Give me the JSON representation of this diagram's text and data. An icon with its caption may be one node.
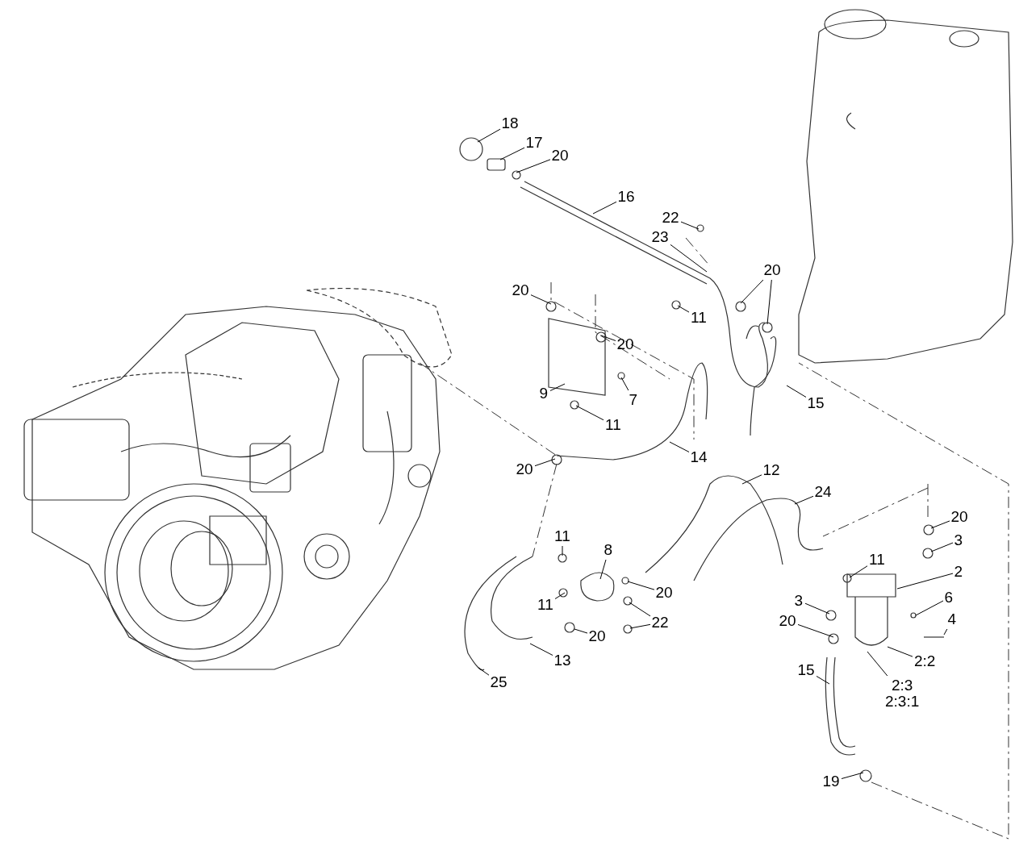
{
  "diagram": {
    "nodes": [
      {
        "text": [
          "18"
        ]
      },
      {
        "text": [
          "17"
        ]
      },
      {
        "text": [
          "20"
        ]
      },
      {
        "text": [
          "16"
        ]
      },
      {
        "text": [
          "22"
        ]
      },
      {
        "text": [
          "23"
        ]
      },
      {
        "text": [
          "11"
        ]
      },
      {
        "text": [
          "20"
        ]
      },
      {
        "text": [
          "20"
        ]
      },
      {
        "text": [
          "20"
        ]
      },
      {
        "text": [
          "9"
        ]
      },
      {
        "text": [
          "7"
        ]
      },
      {
        "text": [
          "11"
        ]
      },
      {
        "text": [
          "15"
        ]
      },
      {
        "text": [
          "14"
        ]
      },
      {
        "text": [
          "20"
        ]
      },
      {
        "text": [
          "12"
        ]
      },
      {
        "text": [
          "24"
        ]
      },
      {
        "text": [
          "20"
        ]
      },
      {
        "text": [
          "3"
        ]
      },
      {
        "text": [
          "11"
        ]
      },
      {
        "text": [
          "8"
        ]
      },
      {
        "text": [
          "20"
        ]
      },
      {
        "text": [
          "11"
        ]
      },
      {
        "text": [
          "22"
        ]
      },
      {
        "text": [
          "20"
        ]
      },
      {
        "text": [
          "13"
        ]
      },
      {
        "text": [
          "25"
        ]
      },
      {
        "text": [
          "11"
        ]
      },
      {
        "text": [
          "2"
        ]
      },
      {
        "text": [
          "3"
        ]
      },
      {
        "text": [
          "6"
        ]
      },
      {
        "text": [
          "20"
        ]
      },
      {
        "text": [
          "4"
        ]
      },
      {
        "text": [
          "2:2"
        ]
      },
      {
        "text": [
          "2:3",
          "2:3:1"
        ]
      },
      {
        "text": [
          "15"
        ]
      },
      {
        "text": [
          "19"
        ]
      }
    ],
    "edges": [
      {
        "from": 0,
        "to": null,
        "arrow": "none"
      },
      {
        "from": 1,
        "to": null,
        "arrow": "none"
      },
      {
        "from": 2,
        "to": null,
        "arrow": "none"
      },
      {
        "from": 3,
        "to": null,
        "arrow": "none"
      },
      {
        "from": 4,
        "to": null,
        "arrow": "none"
      },
      {
        "from": 5,
        "to": null,
        "arrow": "none"
      },
      {
        "from": 6,
        "to": null,
        "arrow": "none"
      },
      {
        "from": 7,
        "to": null,
        "arrow": "none"
      },
      {
        "from": 7,
        "to": null,
        "arrow": "none"
      },
      {
        "from": 8,
        "to": null,
        "arrow": "none"
      },
      {
        "from": 9,
        "to": null,
        "arrow": "none"
      },
      {
        "from": 10,
        "to": null,
        "arrow": "none"
      },
      {
        "from": 11,
        "to": null,
        "arrow": "none"
      },
      {
        "from": 12,
        "to": null,
        "arrow": "none"
      },
      {
        "from": 13,
        "to": null,
        "arrow": "none"
      },
      {
        "from": 14,
        "to": null,
        "arrow": "none"
      },
      {
        "from": 15,
        "to": null,
        "arrow": "none"
      },
      {
        "from": 16,
        "to": null,
        "arrow": "none"
      },
      {
        "from": 17,
        "to": null,
        "arrow": "none"
      },
      {
        "from": 18,
        "to": null,
        "arrow": "none"
      },
      {
        "from": 19,
        "to": null,
        "arrow": "none"
      },
      {
        "from": 20,
        "to": null,
        "arrow": "none"
      },
      {
        "from": 21,
        "to": null,
        "arrow": "none"
      },
      {
        "from": 22,
        "to": null,
        "arrow": "none"
      },
      {
        "from": 23,
        "to": null,
        "arrow": "none"
      },
      {
        "from": 24,
        "to": null,
        "arrow": "none"
      },
      {
        "from": 24,
        "to": null,
        "arrow": "none"
      },
      {
        "from": 25,
        "to": null,
        "arrow": "none"
      },
      {
        "from": 26,
        "to": null,
        "arrow": "none"
      },
      {
        "from": 27,
        "to": null,
        "arrow": "none"
      },
      {
        "from": 28,
        "to": null,
        "arrow": "none"
      },
      {
        "from": 29,
        "to": null,
        "arrow": "none"
      },
      {
        "from": 30,
        "to": null,
        "arrow": "none"
      },
      {
        "from": 31,
        "to": null,
        "arrow": "none"
      },
      {
        "from": 32,
        "to": null,
        "arrow": "none"
      },
      {
        "from": 33,
        "to": null,
        "arrow": "none"
      },
      {
        "from": 34,
        "to": null,
        "arrow": "none"
      },
      {
        "from": 35,
        "to": null,
        "arrow": "none"
      },
      {
        "from": 36,
        "to": null,
        "arrow": "none"
      },
      {
        "from": 37,
        "to": null,
        "arrow": "none"
      }
    ]
  }
}
